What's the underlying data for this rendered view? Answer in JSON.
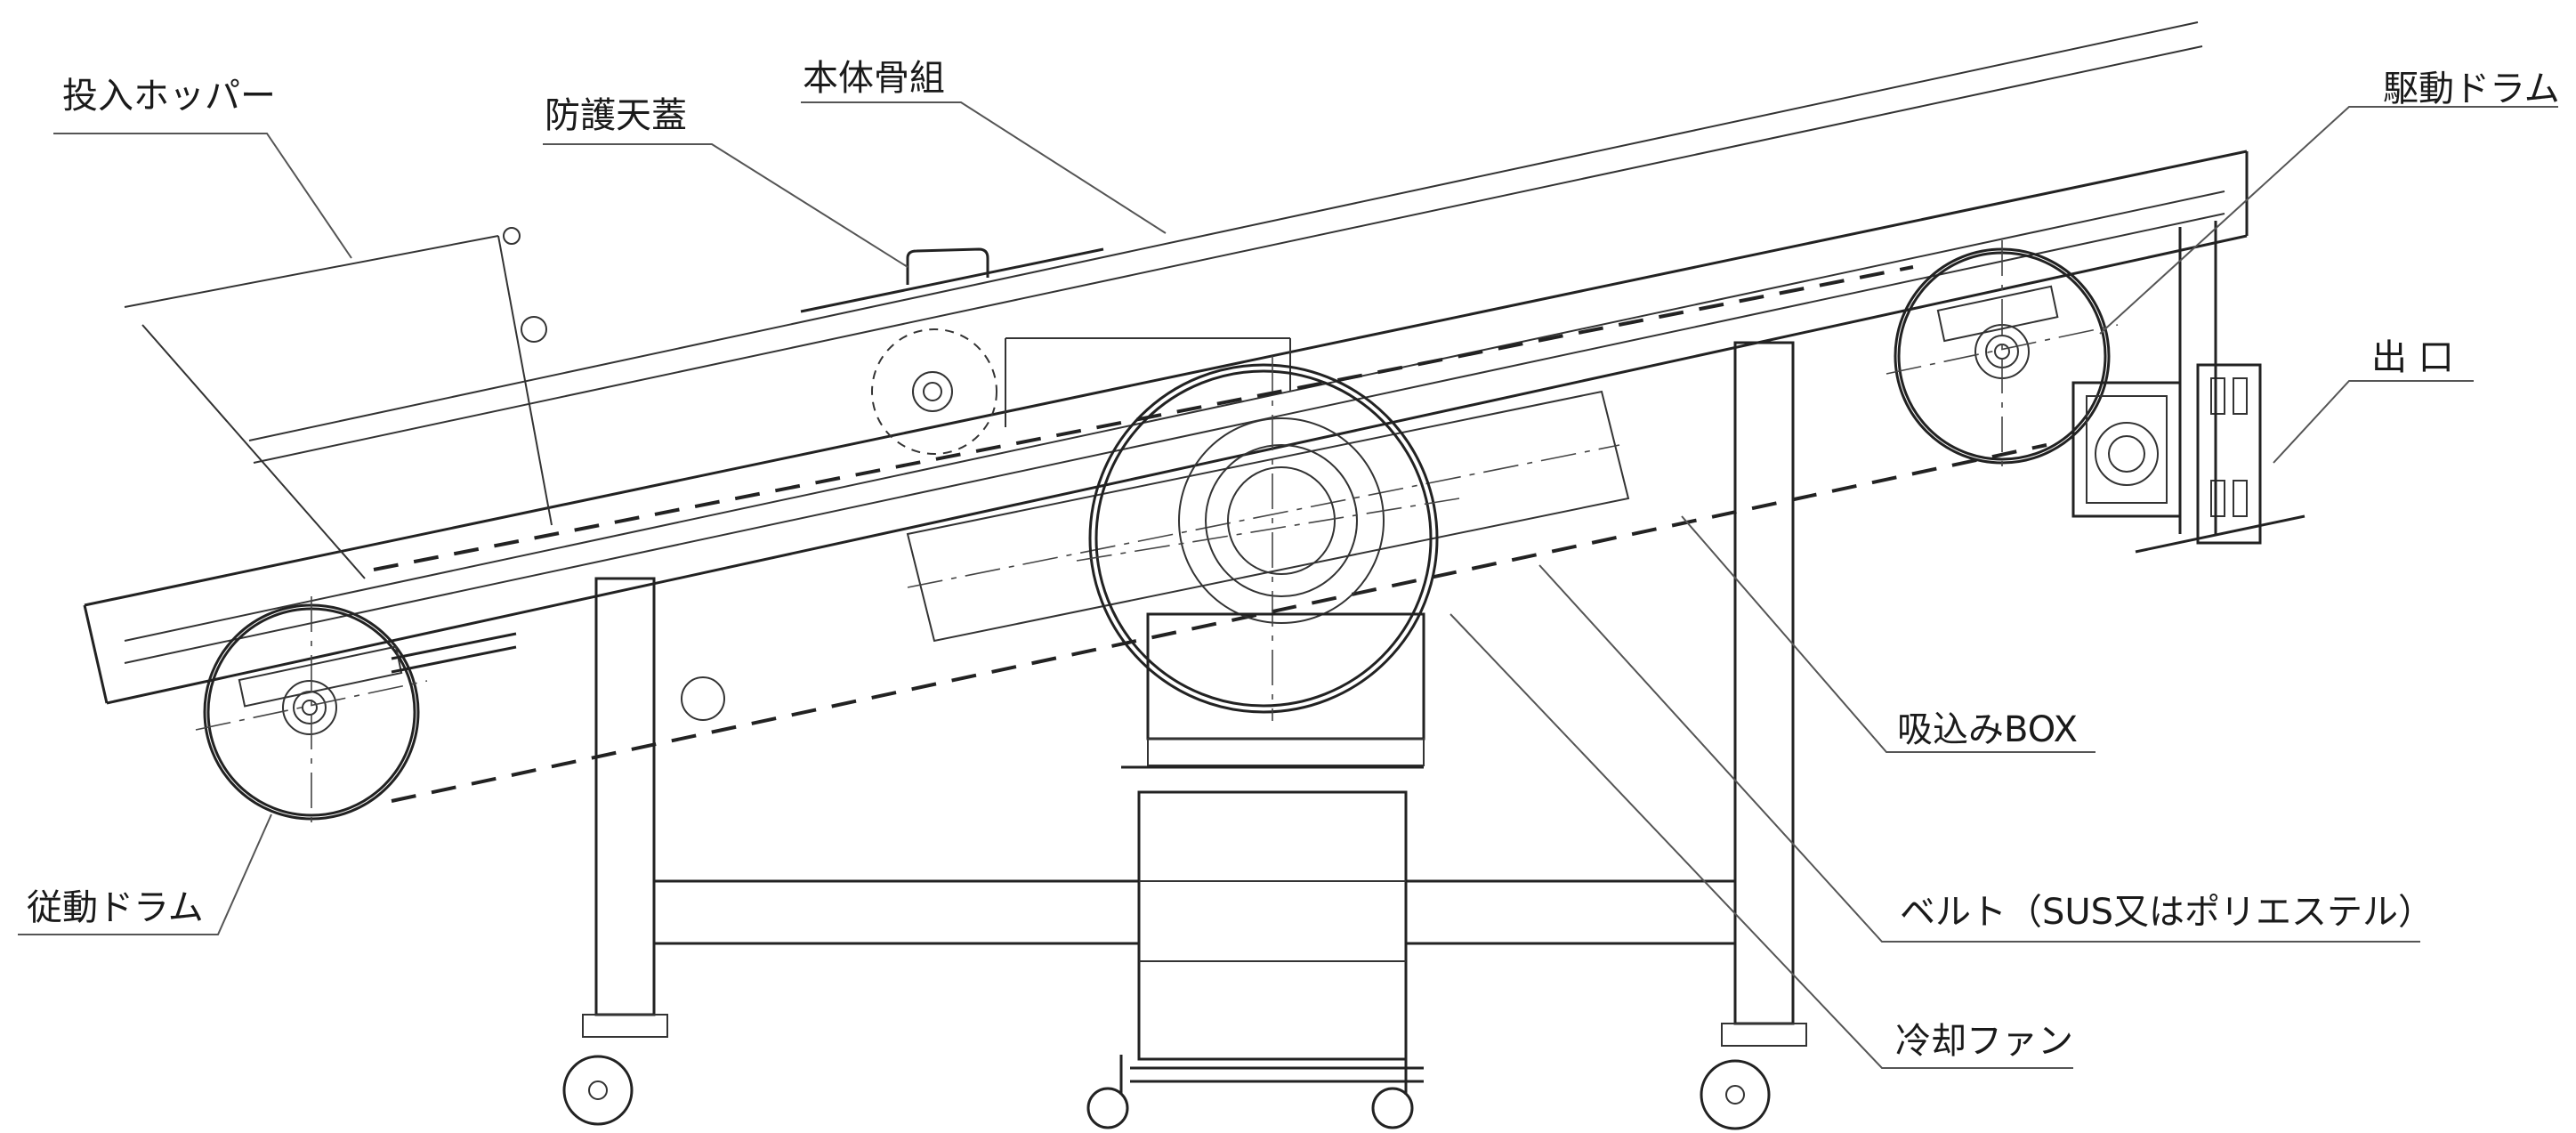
{
  "labels": {
    "hopper": "投入ホッパー",
    "guard_cover": "防護天蓋",
    "frame": "本体骨組",
    "drive_drum": "駆動ドラム",
    "outlet": "出 口",
    "suction_box": "吸込みBOX",
    "belt": "ベルト（SUS又はポリエステル）",
    "cooling_fan": "冷却ファン",
    "driven_drum": "従動ドラム"
  },
  "colors": {
    "line": "#222222",
    "background": "#ffffff"
  }
}
